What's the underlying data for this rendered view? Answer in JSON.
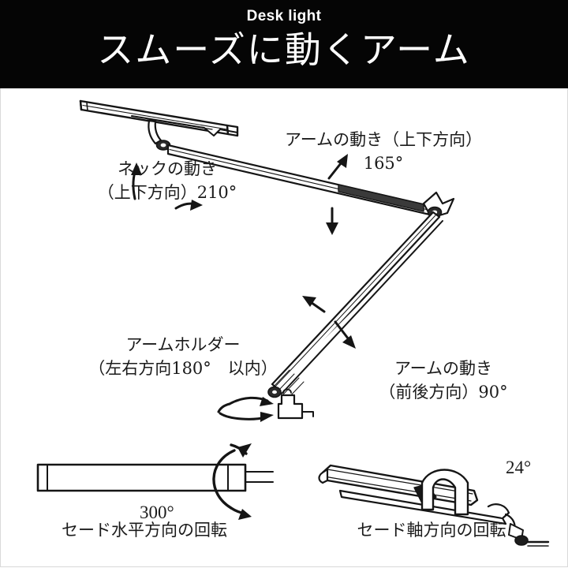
{
  "header": {
    "eyebrow": "Desk light",
    "title": "スムーズに動くアーム"
  },
  "diagram": {
    "labels": {
      "neck_movement": "ネックの動き\n（上下方向）210°",
      "neck_movement_line1": "ネックの動き",
      "neck_movement_line2": "（上下方向）210°",
      "arm_updown_line1": "アームの動き（上下方向）",
      "arm_updown_line2": "165°",
      "arm_holder_line1": "アームホルダー",
      "arm_holder_line2": "（左右方向180°　以内）",
      "arm_frontback_line1": "アームの動き",
      "arm_frontback_line2": "（前後方向）90°",
      "shade_horizontal_angle": "300°",
      "shade_horizontal_caption": "セード水平方向の回転",
      "shade_axis_angle": "24°",
      "shade_axis_caption": "セード軸方向の回転"
    },
    "angles": {
      "neck_updown": "210°",
      "arm_updown": "165°",
      "arm_holder": "180°",
      "arm_frontback": "90°",
      "shade_horizontal": "300°",
      "shade_axis": "24°"
    },
    "colors": {
      "header_background": "#050505",
      "header_text": "#ffffff",
      "ink": "#1b1b1b",
      "page_background": "#ffffff",
      "frame_border": "#d9d9d9"
    }
  }
}
